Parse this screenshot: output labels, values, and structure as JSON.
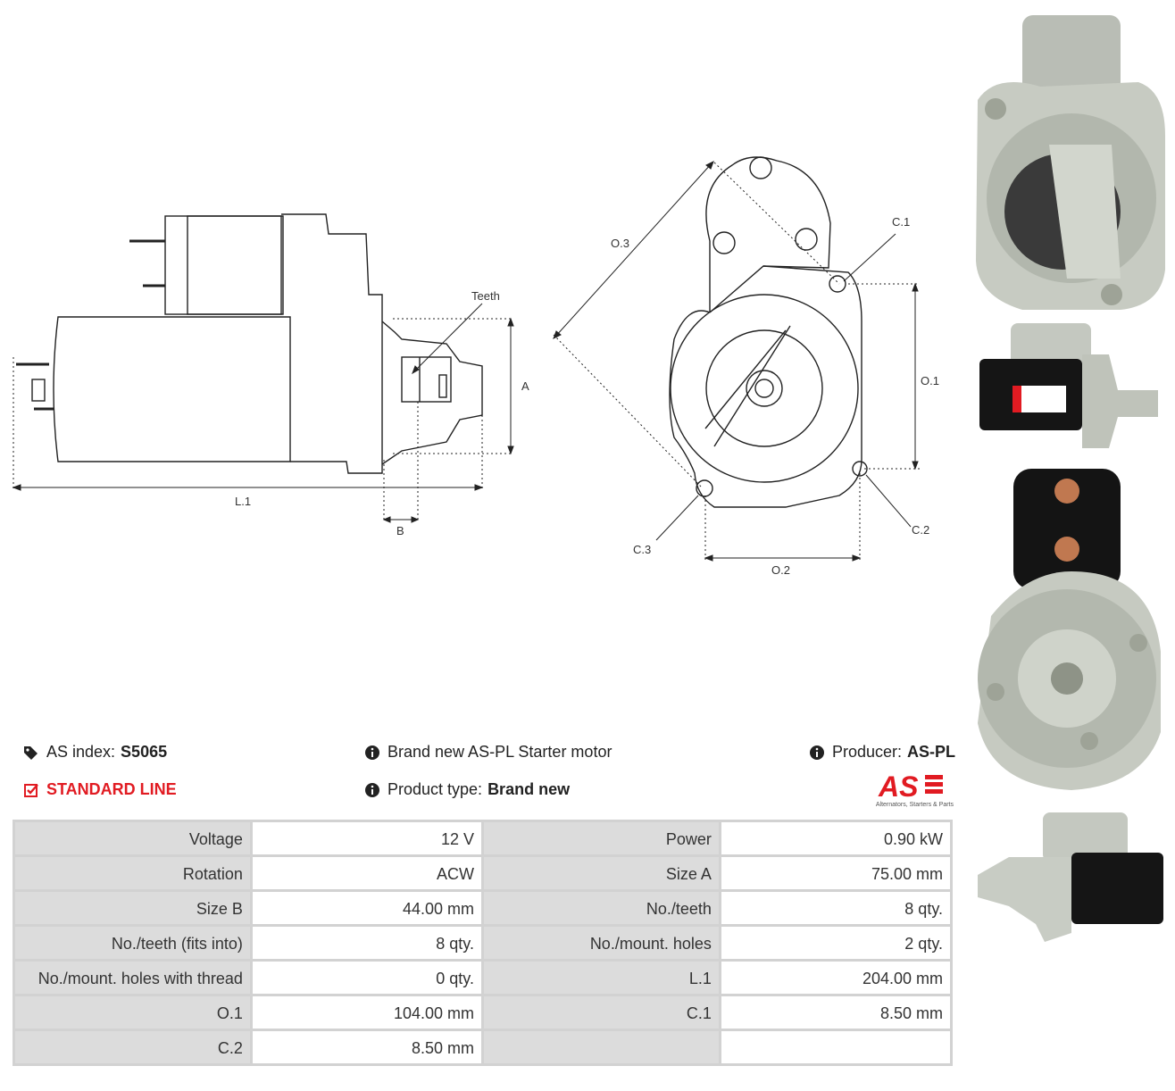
{
  "diagram_labels": {
    "teeth": "Teeth",
    "a": "A",
    "l1": "L.1",
    "b": "B",
    "o3": "O.3",
    "c1": "C.1",
    "o1": "O.1",
    "c2": "C.2",
    "c3": "C.3",
    "o2": "O.2"
  },
  "info": {
    "as_index_label": "AS index:",
    "as_index_value": "S5065",
    "line": "STANDARD LINE",
    "description": "Brand new AS-PL Starter motor",
    "product_type_label": "Product type:",
    "product_type_value": "Brand new",
    "producer_label": "Producer:",
    "producer_value": "AS-PL"
  },
  "logo": {
    "mark": "AS",
    "tagline": "Alternators, Starters & Parts"
  },
  "colors": {
    "accent": "#e11b22"
  },
  "spec_rows": [
    [
      "Voltage",
      "12 V",
      "Power",
      "0.90 kW"
    ],
    [
      "Rotation",
      "ACW",
      "Size A",
      "75.00 mm"
    ],
    [
      "Size B",
      "44.00 mm",
      "No./teeth",
      "8 qty."
    ],
    [
      "No./teeth (fits into)",
      "8 qty.",
      "No./mount. holes",
      "2 qty."
    ],
    [
      "No./mount. holes with thread",
      "0 qty.",
      "L.1",
      "204.00 mm"
    ],
    [
      "O.1",
      "104.00 mm",
      "C.1",
      "8.50 mm"
    ],
    [
      "C.2",
      "8.50 mm",
      "",
      ""
    ]
  ]
}
